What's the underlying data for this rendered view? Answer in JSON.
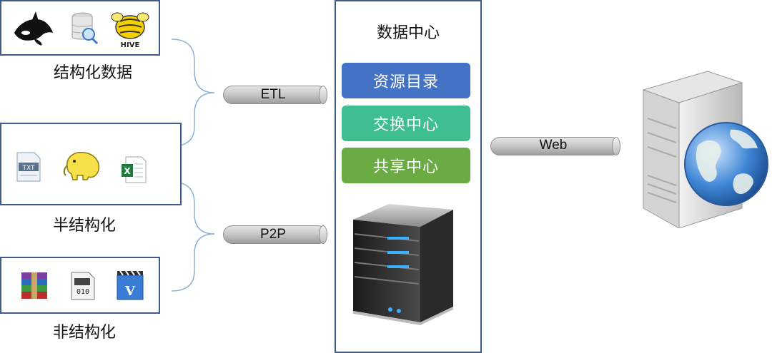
{
  "sources": [
    {
      "label": "结构化数据",
      "icons": [
        "orca-icon",
        "database-search-icon",
        "hive-bee-icon"
      ]
    },
    {
      "label": "半结构化",
      "icons": [
        "txt-file-icon",
        "hadoop-elephant-icon",
        "excel-file-icon"
      ]
    },
    {
      "label": "非结构化",
      "icons": [
        "winrar-archive-icon",
        "binary-file-icon",
        "video-file-icon"
      ]
    }
  ],
  "connectors": {
    "etl": "ETL",
    "p2p": "P2P",
    "web": "Web"
  },
  "data_center": {
    "title": "数据中心",
    "modules": [
      {
        "label": "资源目录",
        "color": "#4472c4"
      },
      {
        "label": "交换中心",
        "color": "#3fbf8f"
      },
      {
        "label": "共享中心",
        "color": "#6aab43"
      }
    ]
  },
  "colors": {
    "box_border": "#3f5c8a",
    "bracket_line": "#8fb0d6"
  }
}
